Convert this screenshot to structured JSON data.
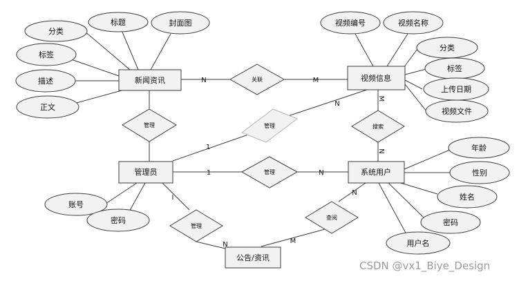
{
  "entities": {
    "news": "新闻资讯",
    "video": "视频信息",
    "admin": "管理员",
    "user": "系统用户",
    "notice": "公告/资讯"
  },
  "attributes": {
    "news_category": "分类",
    "news_title": "标题",
    "news_cover": "封面图",
    "news_tag": "标签",
    "news_desc": "描述",
    "news_body": "正文",
    "video_no": "视频编号",
    "video_name": "视频名称",
    "video_category": "分类",
    "video_tag": "标签",
    "video_date": "上传日期",
    "video_file": "视频文件",
    "user_age": "年龄",
    "user_gender": "性别",
    "user_name": "姓名",
    "user_pwd": "密码",
    "user_username": "用户名",
    "admin_account": "账号",
    "admin_pwd": "密码"
  },
  "relationships": {
    "assoc": "关联",
    "admin_news": "管理",
    "admin_video": "管理",
    "search": "搜索",
    "admin_user": "管理",
    "admin_notice": "管理",
    "user_notice": "查阅"
  },
  "cardinalities": {
    "news_assoc": "N",
    "assoc_video": "M",
    "admin_video_1": "1",
    "admin_video_n": "N",
    "video_search": "M",
    "search_user": "N",
    "admin_user_1": "1",
    "admin_user_n": "N",
    "user_notice_n": "N",
    "notice_admin_n": "N",
    "notice_user_m": "M",
    "admin_notice_1": "I"
  },
  "watermark": "CSDN @vx1_Biye_Design"
}
